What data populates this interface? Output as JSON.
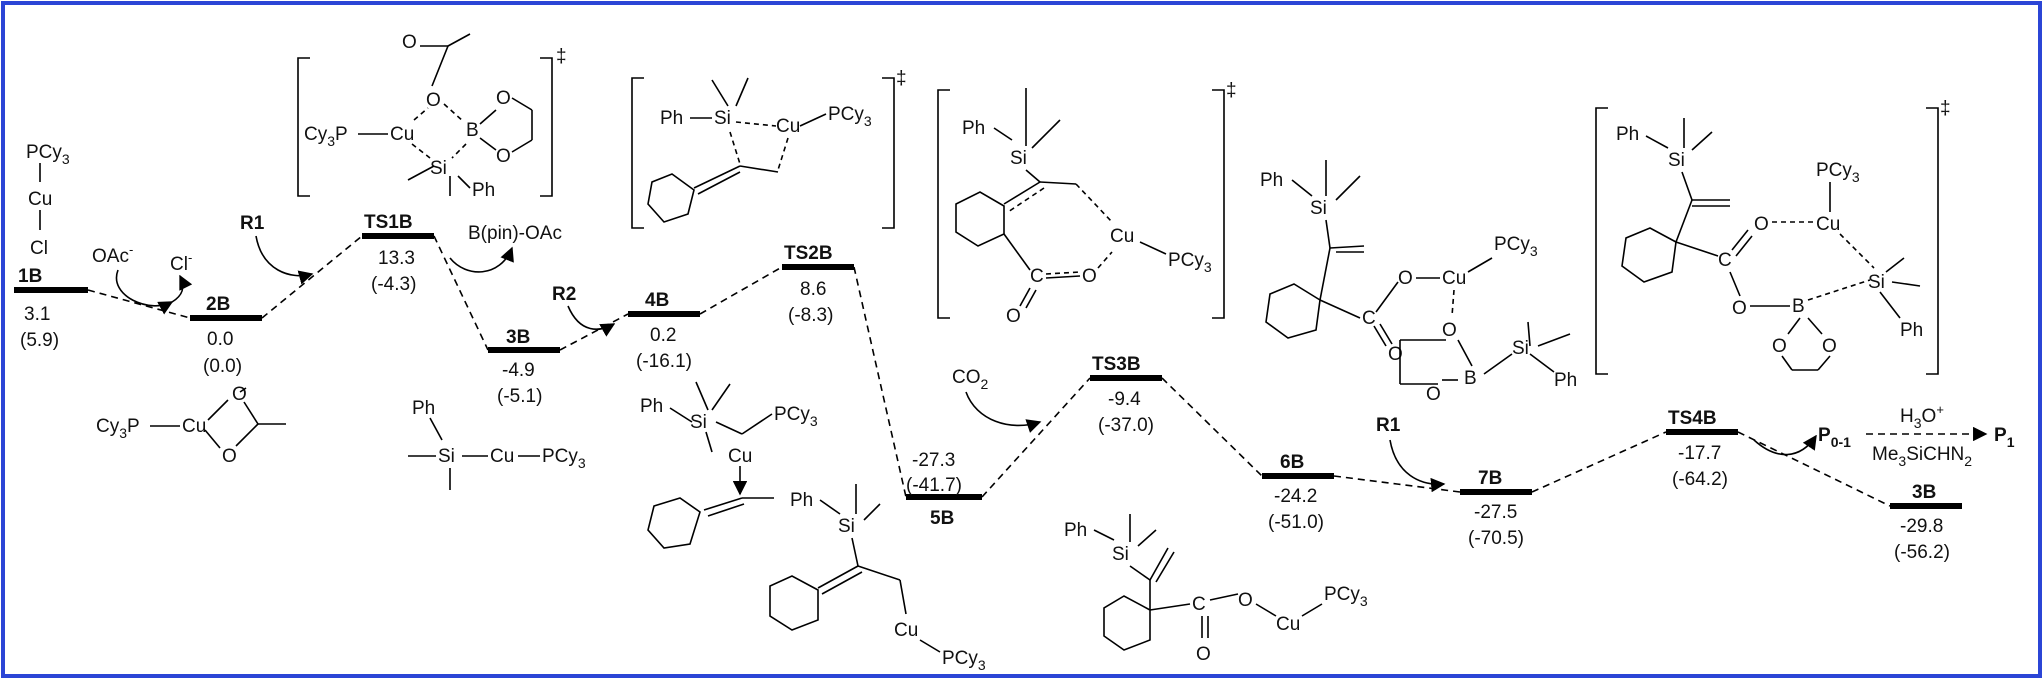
{
  "colors": {
    "border": "#2b45d6",
    "ink": "#000000"
  },
  "species": [
    {
      "id": "1B",
      "label": "1B",
      "energy": "3.1",
      "energy2": "(5.9)"
    },
    {
      "id": "2B",
      "label": "2B",
      "energy": "0.0",
      "energy2": "(0.0)"
    },
    {
      "id": "TS1B",
      "label": "TS1B",
      "energy": "13.3",
      "energy2": "(-4.3)"
    },
    {
      "id": "3B",
      "label": "3B",
      "energy": "-4.9",
      "energy2": "(-5.1)"
    },
    {
      "id": "4B",
      "label": "4B",
      "energy": "0.2",
      "energy2": "(-16.1)"
    },
    {
      "id": "TS2B",
      "label": "TS2B",
      "energy": "8.6",
      "energy2": "(-8.3)"
    },
    {
      "id": "5B",
      "label": "5B",
      "energy": "-27.3",
      "energy2": "(-41.7)"
    },
    {
      "id": "TS3B",
      "label": "TS3B",
      "energy": "-9.4",
      "energy2": "(-37.0)"
    },
    {
      "id": "6B",
      "label": "6B",
      "energy": "-24.2",
      "energy2": "(-51.0)"
    },
    {
      "id": "7B",
      "label": "7B",
      "energy": "-27.5",
      "energy2": "(-70.5)"
    },
    {
      "id": "TS4B",
      "label": "TS4B",
      "energy": "-17.7",
      "energy2": "(-64.2)"
    },
    {
      "id": "3B_end",
      "label": "3B",
      "energy": "-29.8",
      "energy2": "(-56.2)"
    }
  ],
  "reagents": {
    "oac": "OAc",
    "cl": "Cl",
    "r1": "R1",
    "r2": "R2",
    "bpin_oac": "B(pin)-OAc",
    "co2": "CO",
    "r1b": "R1",
    "p01": "P",
    "p01_sub": "0-1",
    "p1": "P",
    "p1_sub": "1",
    "h3o": "H",
    "me3si": "Me",
    "me3si_rest": "SiCHN"
  },
  "structures": {
    "cu_cl": {
      "pcy3": "PCy",
      "cu": "Cu",
      "cl": "Cl"
    },
    "cu_oac": {
      "cy3p": "Cy",
      "cu": "Cu",
      "o1": "O",
      "o2": "O"
    },
    "ts1b": {
      "cy3p": "Cy",
      "cu": "Cu",
      "o": "O",
      "o_top": "O",
      "b": "B",
      "o3": "O",
      "o4": "O",
      "si": "Si",
      "ph": "Ph"
    },
    "cu_si": {
      "ph": "Ph",
      "si": "Si",
      "cu": "Cu",
      "pcy3": "PCy"
    },
    "ts2b": {
      "ph": "Ph",
      "si": "Si",
      "cu": "Cu",
      "pcy3": "PCy"
    },
    "int4b": {
      "ph": "Ph",
      "si": "Si",
      "cu": "Cu",
      "pcy3": "PCy"
    },
    "ts3b": {
      "ph": "Ph",
      "si": "Si",
      "cu": "Cu",
      "pcy3": "PCy",
      "o1": "O",
      "o2": "O",
      "c": "C"
    },
    "int5b": {
      "ph": "Ph",
      "si": "Si",
      "cu": "Cu",
      "pcy3": "PCy"
    },
    "int6b": {
      "ph": "Ph",
      "si": "Si",
      "cu": "Cu",
      "pcy3": "PCy",
      "o1": "O",
      "o2": "O",
      "c": "C"
    },
    "int7b": {
      "ph": "Ph",
      "si": "Si",
      "o1": "O",
      "o2": "O",
      "b": "B",
      "o3": "O",
      "o4": "O",
      "c": "C",
      "cu": "Cu",
      "pcy3": "PCy"
    },
    "ts4b": {
      "ph": "Ph",
      "si": "Si",
      "cu": "Cu",
      "pcy3": "PCy",
      "o1": "O",
      "o2": "O",
      "c": "C",
      "b": "B",
      "o3": "O",
      "o4": "O",
      "si2": "Si",
      "ph2": "Ph"
    }
  },
  "dagger": "‡"
}
